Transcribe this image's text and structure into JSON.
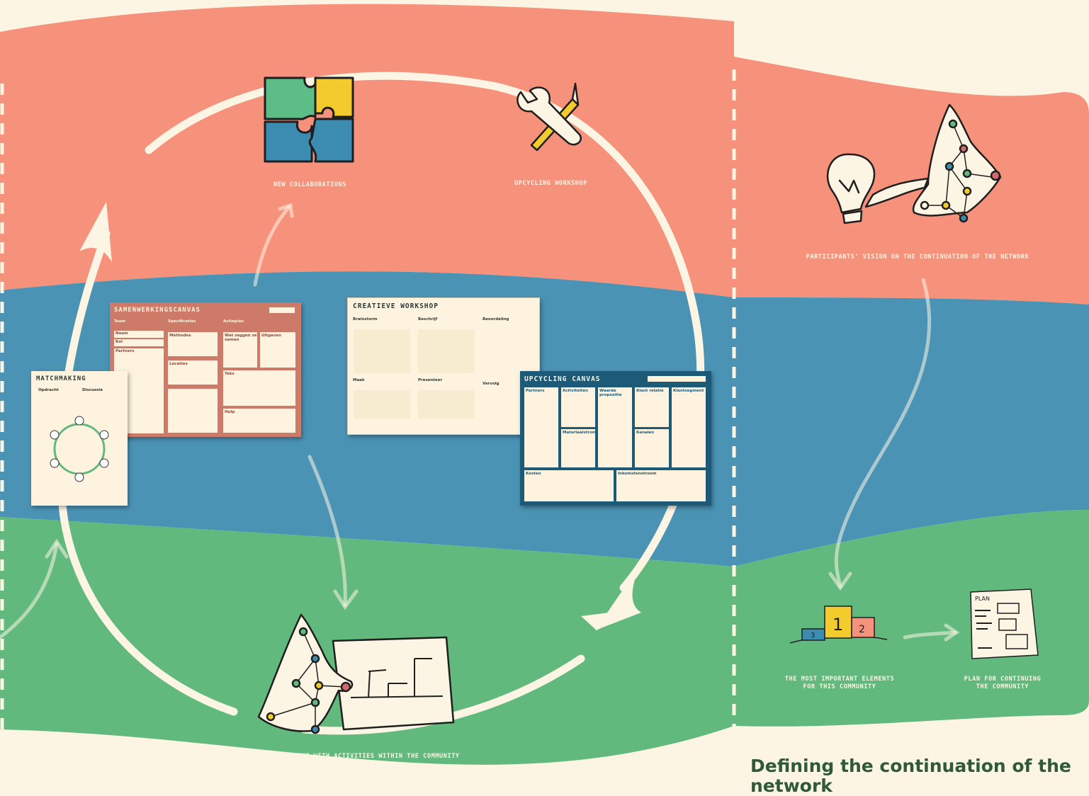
{
  "captions": {
    "new_collaborations": "NEW COLLABORATIONS",
    "upcycling_workshop": "UPCYCLING WORKSHOP",
    "participants_vision": "PARTICIPANTS' VISION ON THE CONTINUATION OF THE NETWORK",
    "most_important": "THE MOST IMPORTANT ELEMENTS\nFOR THIS COMMUNITY",
    "plan_continuing": "PLAN FOR CONTINUING\nTHE COMMUNITY",
    "timeline": "TIMELINE WITH ACTIVITIES WITHIN THE COMMUNITY"
  },
  "heading": "Defining the continuation of the network",
  "cards": {
    "samenwerkingscanvas": {
      "title": "SAMENWERKINGSCANVAS",
      "columns": [
        "Team",
        "Specificaties",
        "Actieplan"
      ],
      "boxes": [
        "Naam",
        "Rol",
        "Partners",
        "Methodes",
        "Locaties",
        "Wat zeggen ze samen",
        "Uitgaven",
        "Taks",
        "Hulp"
      ]
    },
    "creatieve_workshop": {
      "title": "CREATIEVE WORKSHOP",
      "sections": [
        "Brainstorm",
        "Beschrijf",
        "Beoordeling",
        "Maak",
        "Presenteer",
        "Vervolg"
      ]
    },
    "upcycling_canvas": {
      "title": "UPCYCLING CANVAS",
      "sections": [
        "Partners",
        "Activiteiten",
        "Waarde propositie",
        "Klant relatie",
        "Klantsegment",
        "Materiaalstromen",
        "Kanalen",
        "Kosten",
        "Inkomstenstroom"
      ]
    },
    "matchmaking": {
      "title": "MATCHMAKING",
      "sections": [
        "Opdracht",
        "Discussie"
      ]
    }
  },
  "podium": {
    "first": "1",
    "second": "2",
    "third": "3"
  },
  "plan_sheet_label": "PLAN",
  "colors": {
    "background": "#fdf5e4",
    "salmon": "#f6917c",
    "blue": "#4b93b5",
    "green": "#62b97e",
    "heading": "#2e5a3a",
    "navy_card": "#1d5a78",
    "terracotta_card": "#cd7b68"
  },
  "icons": [
    "puzzle-icon",
    "wrench-pencil-icon",
    "lightbulb-network-icon",
    "podium-icon",
    "plan-sheet-icon",
    "network-timeline-icon"
  ]
}
